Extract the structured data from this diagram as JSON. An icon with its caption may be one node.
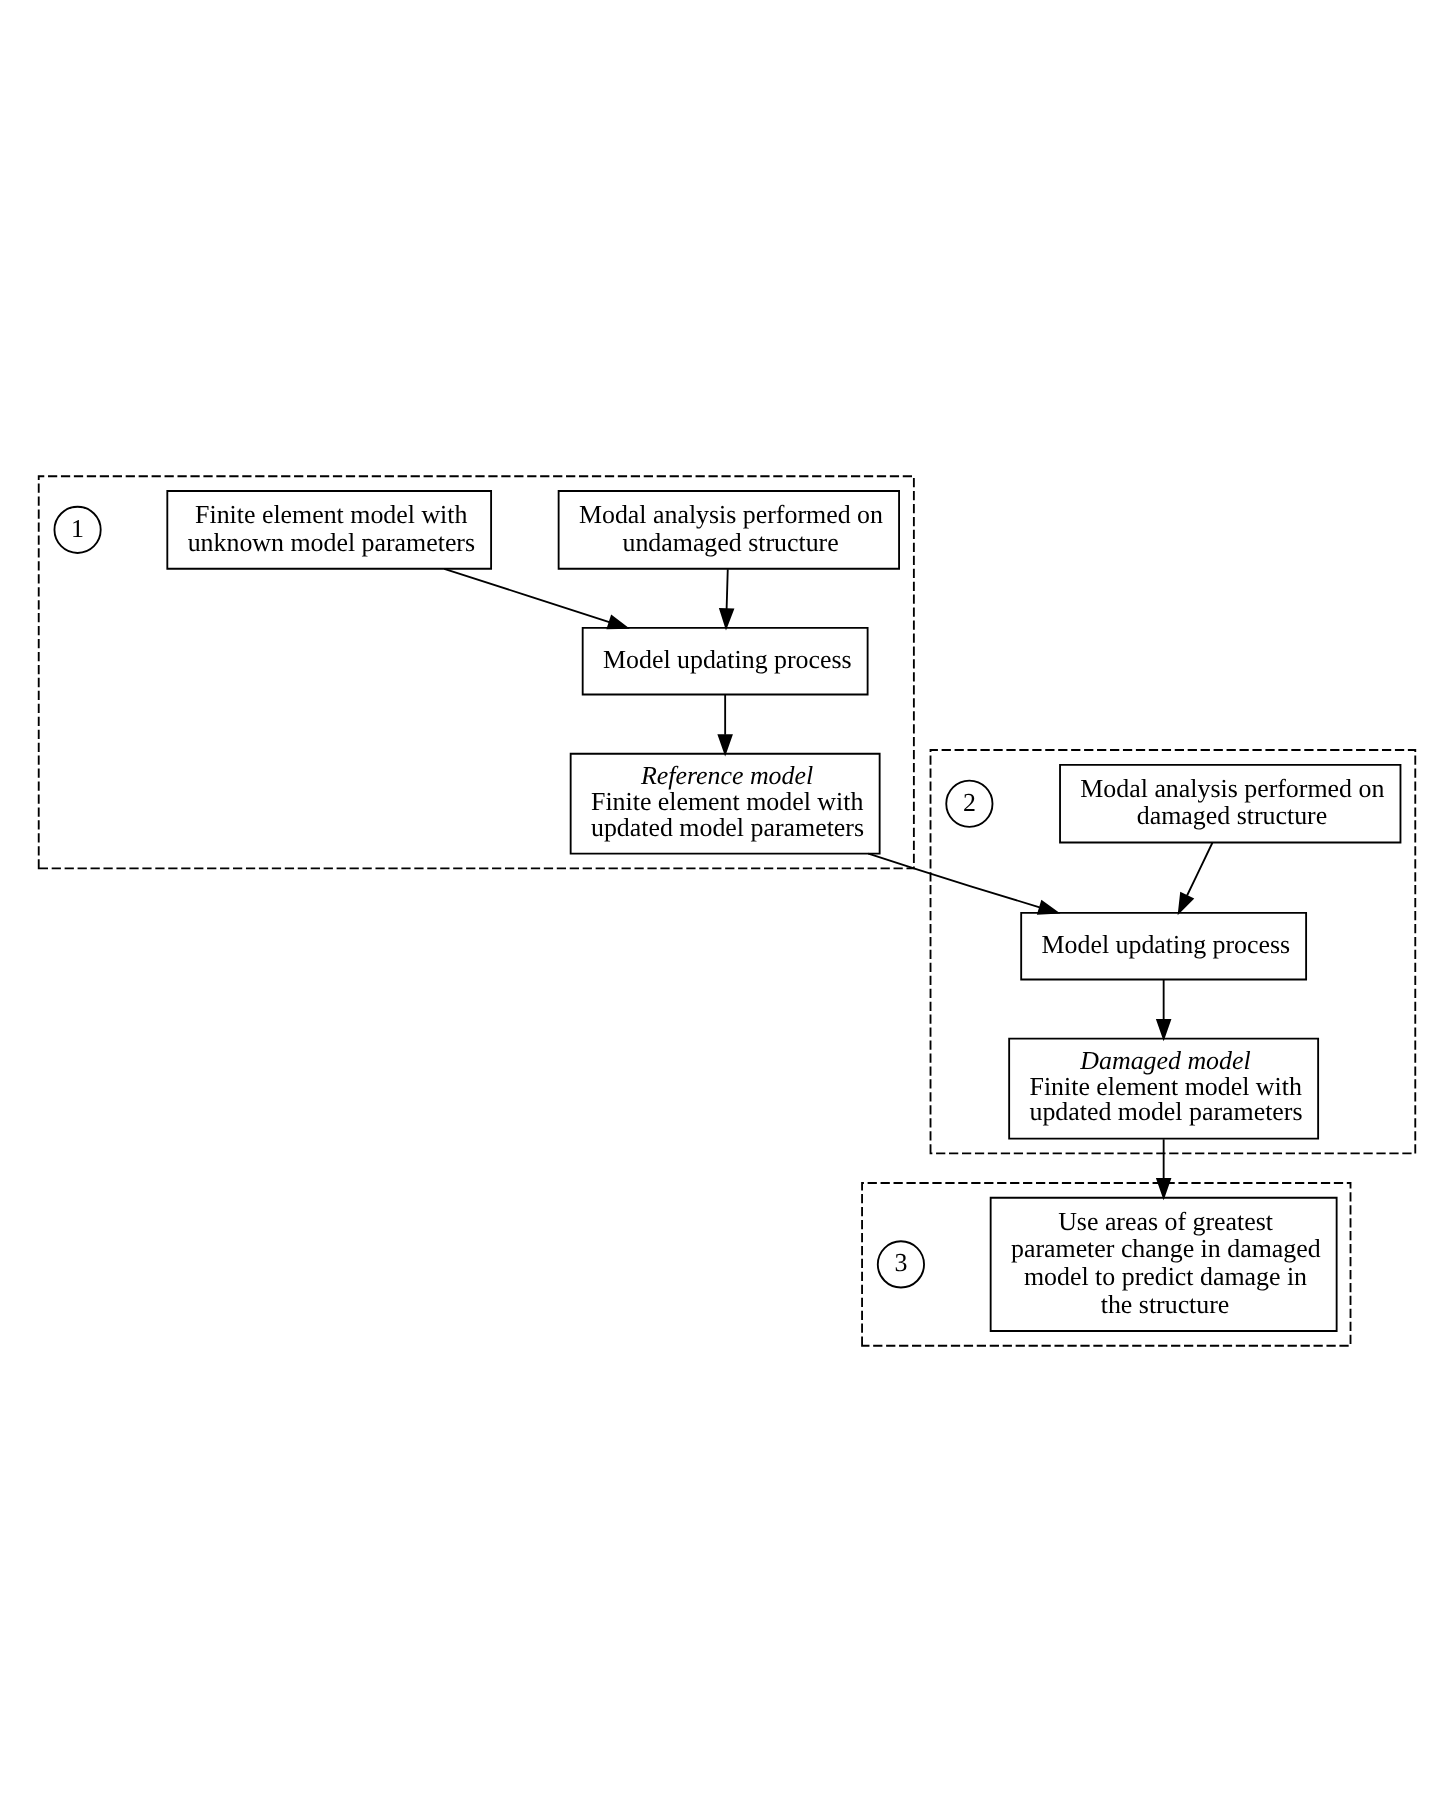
{
  "diagram": {
    "nodes": [
      {
        "text": [],
        "shape": "box"
      },
      {
        "text": [
          "Modal analysis performed on undamaged structure"
        ],
        "in": 0
      },
      {
        "text": [
          "Finite element model with unknown model parameters"
        ],
        "in": 0
      },
      {
        "text": [
          "Model updating process"
        ],
        "in": 0
      },
      {
        "text": [
          "1"
        ],
        "in": 0
      },
      {
        "text": [
          "Reference model",
          "Finite element model with updated model parameters"
        ],
        "in": 0
      },
      {
        "text": [],
        "shape": "box"
      },
      {
        "text": [
          "Modal analysis performed on damaged structure"
        ],
        "in": 6
      },
      {
        "text": [
          "Model updating process"
        ],
        "in": 6
      },
      {
        "text": [
          "2"
        ],
        "in": 6
      },
      {
        "text": [
          "Damaged model",
          "Finite element model with updated model parameters"
        ],
        "in": 6
      },
      {
        "text": [],
        "shape": "box"
      },
      {
        "text": [
          "Use areas of greatest parameter change in damaged model to predict damage in the structure"
        ],
        "in": 11
      },
      {
        "text": [
          "3"
        ],
        "in": 11
      }
    ],
    "edges": [
      {
        "from": 1,
        "to": 3,
        "arrow": "to"
      },
      {
        "from": 2,
        "to": 3,
        "arrow": "to"
      },
      {
        "from": 3,
        "to": 5,
        "arrow": "to"
      },
      {
        "from": 5,
        "to": 8,
        "arrow": "to"
      },
      {
        "from": 7,
        "to": 8,
        "arrow": "to"
      },
      {
        "from": 8,
        "to": 10,
        "arrow": "to"
      },
      {
        "from": 10,
        "to": 12,
        "arrow": "to"
      }
    ]
  }
}
